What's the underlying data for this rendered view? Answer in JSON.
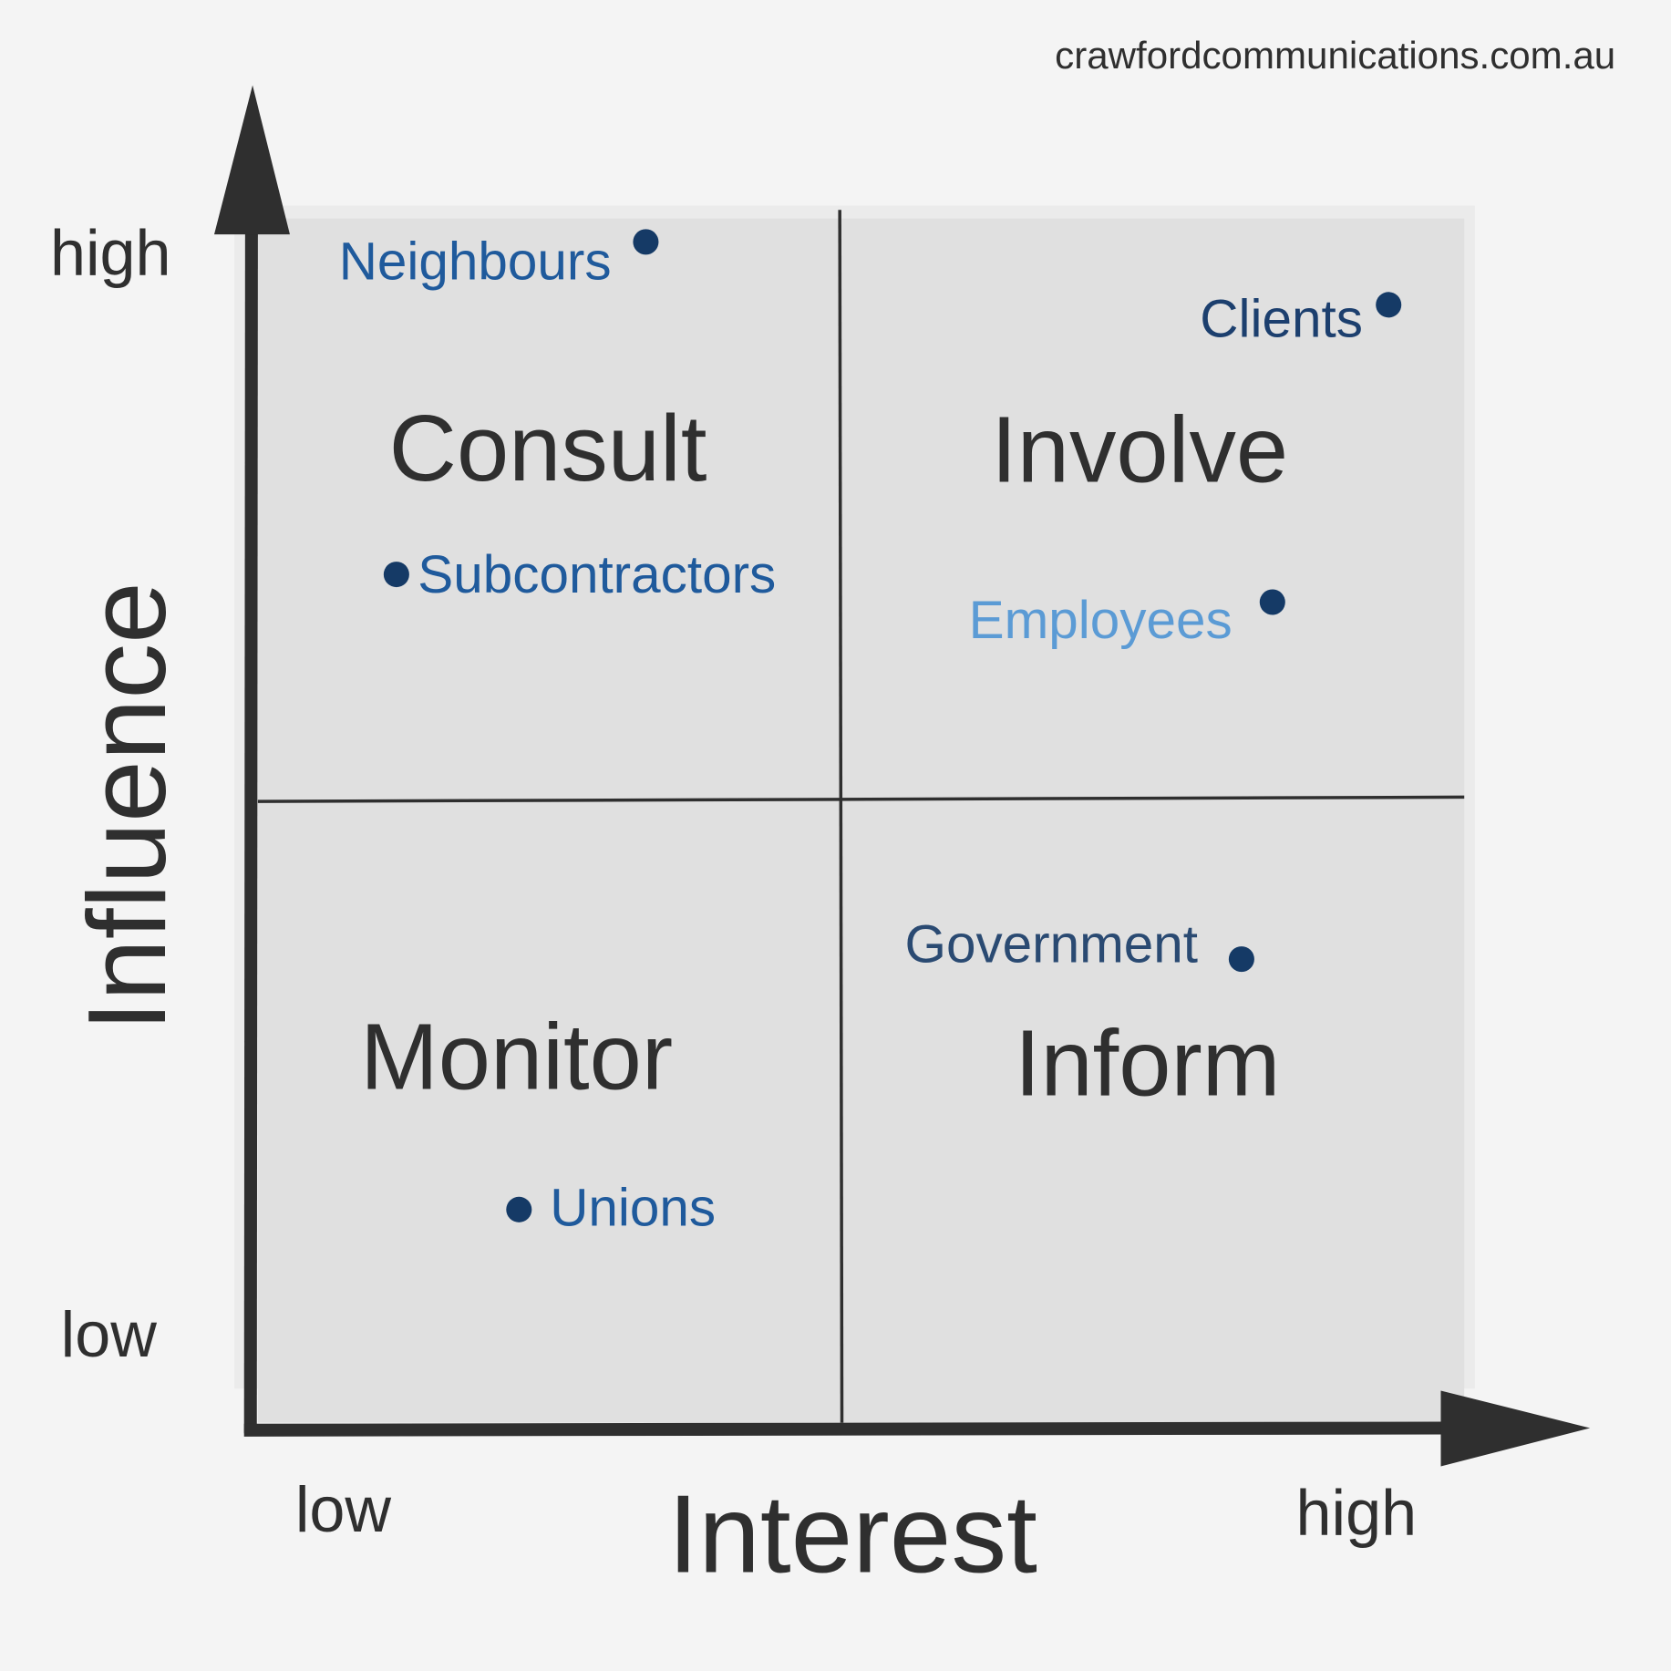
{
  "website": "crawfordcommunications.com.au",
  "y_axis": {
    "label": "Influence",
    "high": "high",
    "low": "low"
  },
  "x_axis": {
    "label": "Interest",
    "low": "low",
    "high": "high"
  },
  "quadrants": {
    "top_left": "Consult",
    "top_right": "Involve",
    "bottom_left": "Monitor",
    "bottom_right": "Inform"
  },
  "stakeholders": {
    "neighbours": {
      "label": "Neighbours",
      "color": "#1f5a9c"
    },
    "clients": {
      "label": "Clients",
      "color": "#1c3f6e"
    },
    "subcontractors": {
      "label": "Subcontractors",
      "color": "#1f5a9c"
    },
    "employees": {
      "label": "Employees",
      "color": "#5b9bd5"
    },
    "government": {
      "label": "Government",
      "color": "#2a4a72"
    },
    "unions": {
      "label": "Unions",
      "color": "#1f5a9c"
    }
  },
  "colors": {
    "dot": "#153a66",
    "axis": "#2f2f2f",
    "quadrant_fill": "#e0e0e0",
    "background": "#f4f4f4"
  }
}
